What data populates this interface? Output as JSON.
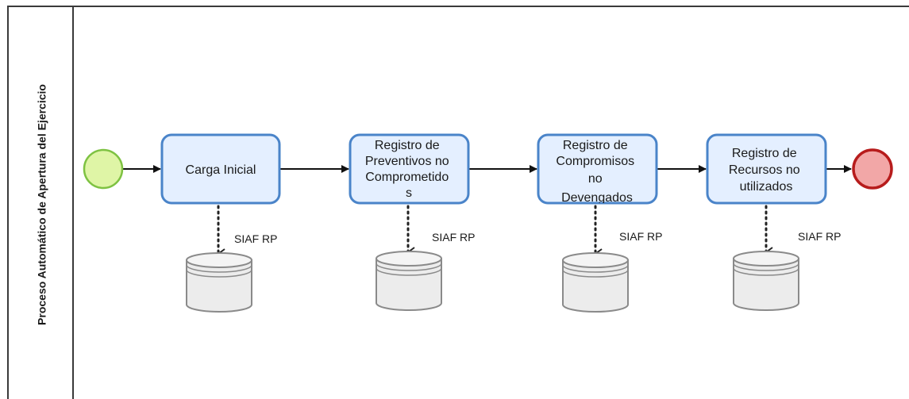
{
  "pool": {
    "lane_label": "Proceso Automático de Apertura del Ejercicio"
  },
  "events": {
    "start": {
      "fill": "#dff5a6",
      "stroke": "#7ec242"
    },
    "end": {
      "fill": "#f2a7a7",
      "stroke": "#b71c1c"
    }
  },
  "tasks": [
    {
      "lines": [
        "Carga Inicial"
      ],
      "fill": "#e4efff"
    },
    {
      "lines": [
        "Registro de",
        "Preventivos no",
        "Comprometido",
        "s"
      ],
      "fill": "#e4efff"
    },
    {
      "lines": [
        "Registro de",
        "Compromisos",
        "no",
        "Devengados"
      ],
      "fill": "#e4efff"
    },
    {
      "lines": [
        "Registro de",
        "Recursos no",
        "utilizados"
      ],
      "fill": "#e4efff"
    }
  ],
  "data_stores": [
    {
      "label": "SIAF RP"
    },
    {
      "label": "SIAF RP"
    },
    {
      "label": "SIAF RP"
    },
    {
      "label": "SIAF RP"
    }
  ]
}
